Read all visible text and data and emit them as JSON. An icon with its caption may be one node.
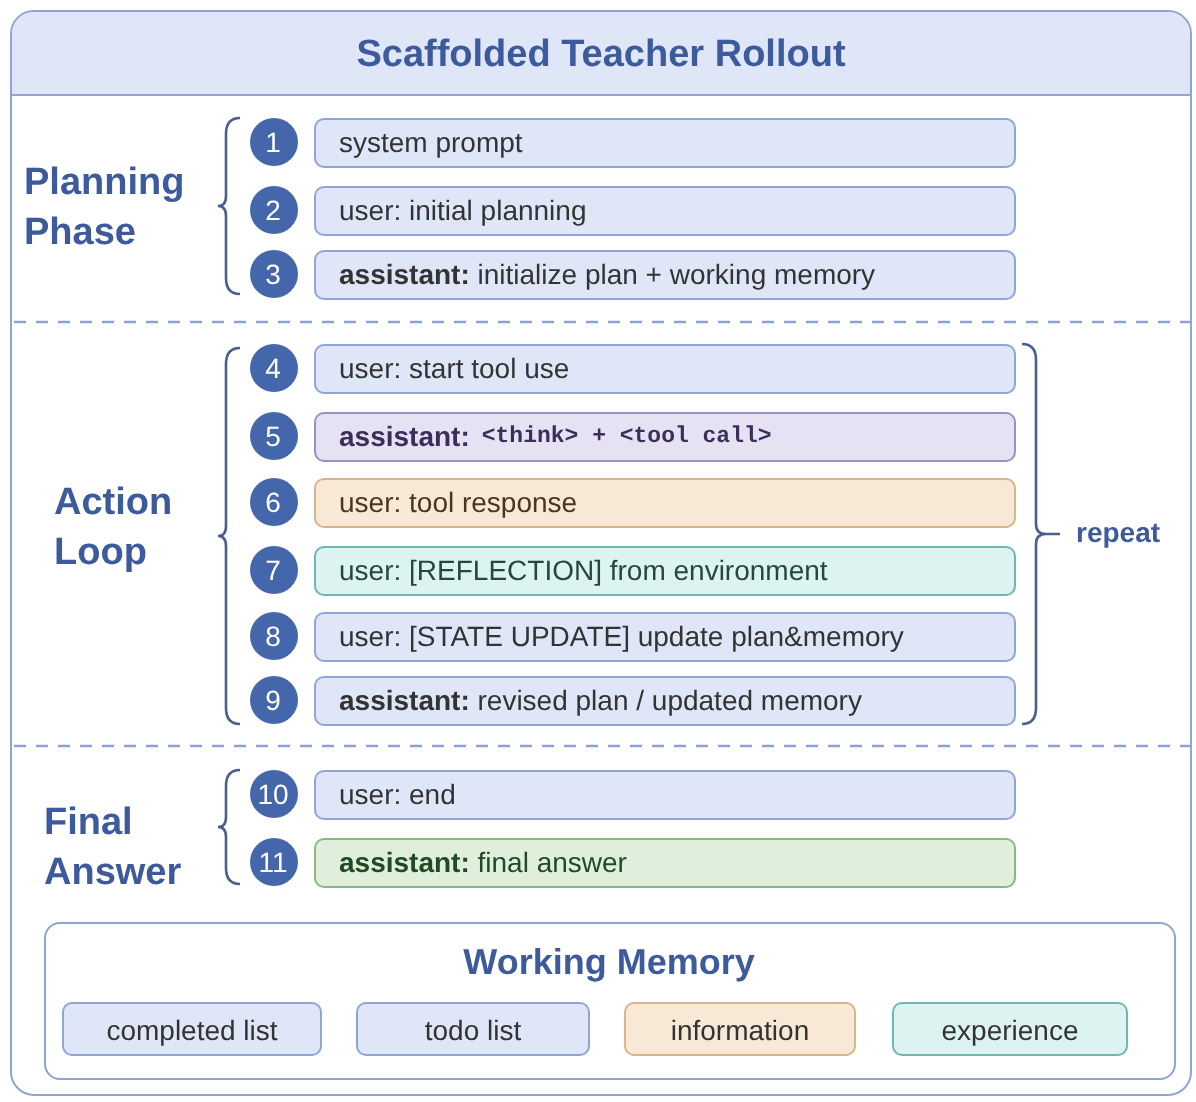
{
  "diagram": {
    "nodes": [
      {
        "text": [
          "Scaffolded Teacher Rollout"
        ]
      },
      {
        "text": [
          "1"
        ],
        "in": 0
      },
      {
        "text": [
          "system prompt"
        ],
        "in": 0
      },
      {
        "text": [
          "2"
        ],
        "in": 0
      },
      {
        "text": [
          "user: initial planning"
        ],
        "in": 0
      },
      {
        "text": [
          "3"
        ],
        "in": 0
      },
      {
        "text": [
          "**assistant:** initialize plan + working memory"
        ],
        "in": 0
      },
      {
        "text": [
          "4"
        ],
        "in": 0
      },
      {
        "text": [
          "user: start tool use"
        ],
        "in": 0
      },
      {
        "text": [
          "5"
        ],
        "in": 0
      },
      {
        "text": [
          "assistant:",
          "<think> + <tool call>"
        ],
        "in": 0
      },
      {
        "text": [
          "6"
        ],
        "in": 0
      },
      {
        "text": [
          "user: tool response"
        ],
        "in": 0
      },
      {
        "text": [
          "7"
        ],
        "in": 0
      },
      {
        "text": [
          "user: [REFLECTION] from environment"
        ],
        "in": 0
      },
      {
        "text": [
          "8"
        ],
        "in": 0
      },
      {
        "text": [
          "user: [STATE UPDATE] update plan&memory"
        ],
        "in": 0
      },
      {
        "text": [
          "9"
        ],
        "in": 0
      },
      {
        "text": [
          "**assistant:** revised plan / updated memory"
        ],
        "in": 0
      },
      {
        "text": [
          "10"
        ],
        "in": 0
      },
      {
        "text": [
          "user: end"
        ],
        "in": 0
      },
      {
        "text": [
          "11"
        ],
        "in": 0
      },
      {
        "text": [
          "**assistant:** final answer"
        ],
        "in": 0
      },
      {
        "text": [
          "Working Memory"
        ],
        "in": 0
      },
      {
        "text": [
          "completed list"
        ],
        "in": 23
      },
      {
        "text": [
          "todo list"
        ],
        "in": 23
      },
      {
        "text": [
          "information"
        ],
        "in": 23
      },
      {
        "text": [
          "experience"
        ],
        "in": 23
      }
    ],
    "labels": [
      "Planning Phase",
      "Action Loop",
      "Final Answer",
      "repeat"
    ]
  }
}
